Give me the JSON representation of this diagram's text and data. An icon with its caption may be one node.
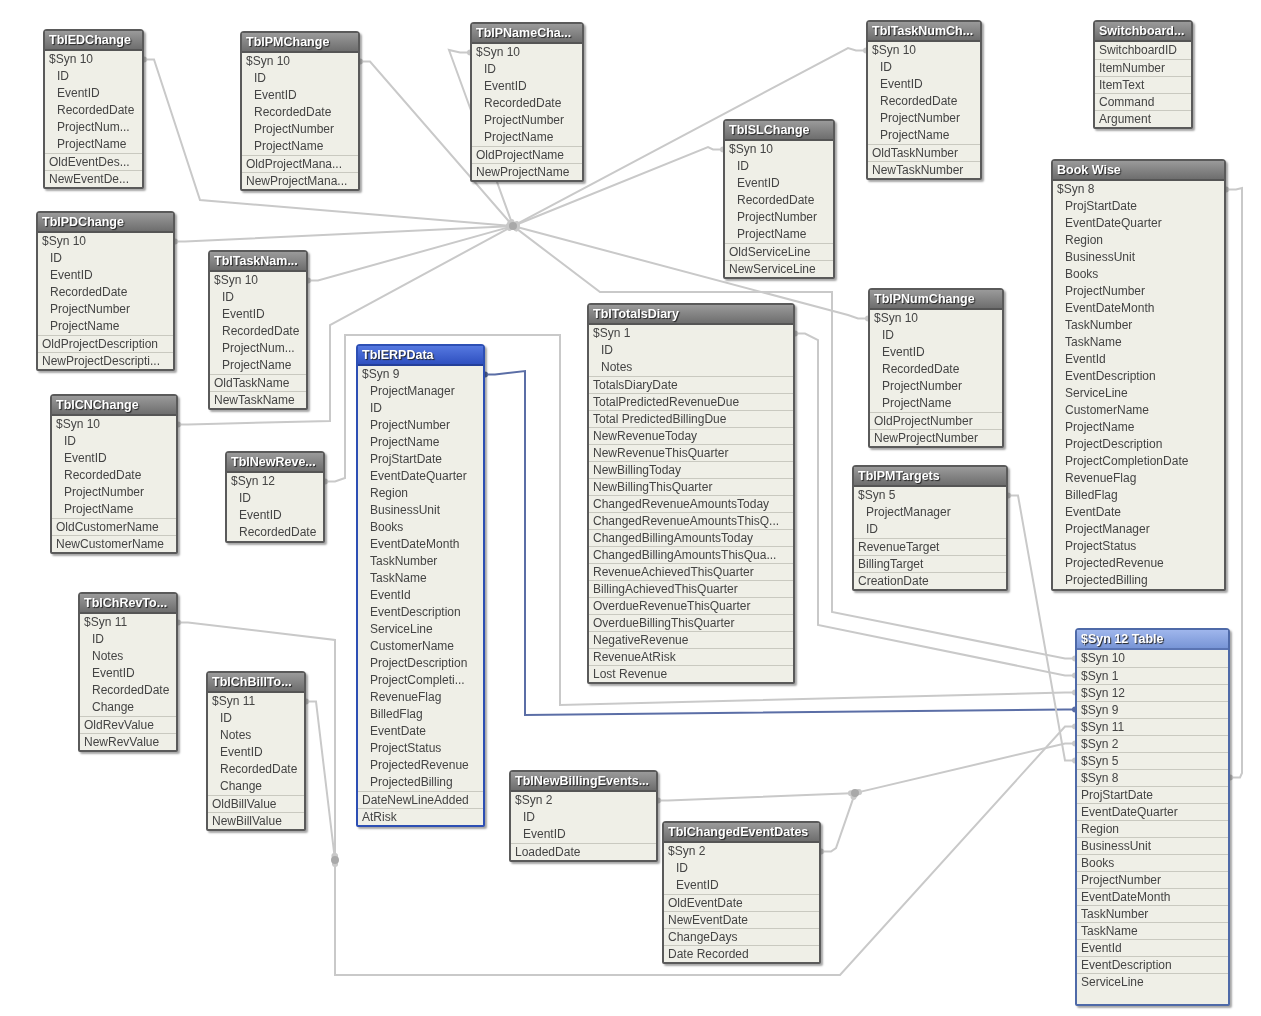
{
  "diagram": {
    "nodes": [
      {
        "text": [
          "TblEDChange",
          "$Syn 10",
          "ID",
          "EventID",
          "RecordedDate",
          "ProjectNum...",
          "ProjectName",
          "OldEventDes...",
          "NewEventDe..."
        ]
      },
      {
        "text": [
          "TblPMChange",
          "$Syn 10",
          "ID",
          "EventID",
          "RecordedDate",
          "ProjectNumber",
          "ProjectName",
          "OldProjectMana...",
          "NewProjectMana..."
        ]
      },
      {
        "text": [
          "TblPNameCha...",
          "$Syn 10",
          "ID",
          "EventID",
          "RecordedDate",
          "ProjectNumber",
          "ProjectName",
          "OldProjectName",
          "NewProjectName"
        ]
      },
      {
        "text": [
          "TblTaskNumCh...",
          "$Syn 10",
          "ID",
          "EventID",
          "RecordedDate",
          "ProjectNumber",
          "ProjectName",
          "OldTaskNumber",
          "NewTaskNumber"
        ]
      },
      {
        "text": [
          "Switchboard...",
          "SwitchboardID",
          "ItemNumber",
          "ItemText",
          "Command",
          "Argument"
        ]
      },
      {
        "text": [
          "TblSLChange",
          "$Syn 10",
          "ID",
          "EventID",
          "RecordedDate",
          "ProjectNumber",
          "ProjectName",
          "OldServiceLine",
          "NewServiceLine"
        ]
      },
      {
        "text": [
          "Book Wise",
          "$Syn 8",
          "ProjStartDate",
          "EventDateQuarter",
          "Region",
          "BusinessUnit",
          "Books",
          "ProjectNumber",
          "EventDateMonth",
          "TaskNumber",
          "TaskName",
          "EventId",
          "EventDescription",
          "ServiceLine",
          "CustomerName",
          "ProjectName",
          "ProjectDescription",
          "ProjectCompletionDate",
          "RevenueFlag",
          "BilledFlag",
          "EventDate",
          "ProjectManager",
          "ProjectStatus",
          "ProjectedRevenue",
          "ProjectedBilling"
        ]
      },
      {
        "text": [
          "TblPDChange",
          "$Syn 10",
          "ID",
          "EventID",
          "RecordedDate",
          "ProjectNumber",
          "ProjectName",
          "OldProjectDescription",
          "NewProjectDescripti..."
        ]
      },
      {
        "text": [
          "TblTaskNam...",
          "$Syn 10",
          "ID",
          "EventID",
          "RecordedDate",
          "ProjectNum...",
          "ProjectName",
          "OldTaskName",
          "NewTaskName"
        ]
      },
      {
        "text": [
          "TblCNChange",
          "$Syn 10",
          "ID",
          "EventID",
          "RecordedDate",
          "ProjectNumber",
          "ProjectName",
          "OldCustomerName",
          "NewCustomerName"
        ]
      },
      {
        "text": [
          "TblERPData",
          "$Syn 9",
          "ProjectManager",
          "ID",
          "ProjectNumber",
          "ProjectName",
          "ProjStartDate",
          "EventDateQuarter",
          "Region",
          "BusinessUnit",
          "Books",
          "EventDateMonth",
          "TaskNumber",
          "TaskName",
          "EventId",
          "EventDescription",
          "ServiceLine",
          "CustomerName",
          "ProjectDescription",
          "ProjectCompleti...",
          "RevenueFlag",
          "BilledFlag",
          "EventDate",
          "ProjectStatus",
          "ProjectedRevenue",
          "ProjectedBilling",
          "DateNewLineAdded",
          "AtRisk"
        ]
      },
      {
        "text": [
          "TblTotalsDiary",
          "$Syn 1",
          "ID",
          "Notes",
          "TotalsDiaryDate",
          "TotalPredictedRevenueDue",
          "Total PredictedBillingDue",
          "NewRevenueToday",
          "NewRevenueThisQuarter",
          "NewBillingToday",
          "NewBillingThisQuarter",
          "ChangedRevenueAmountsToday",
          "ChangedRevenueAmountsThisQ...",
          "ChangedBillingAmountsToday",
          "ChangedBillingAmountsThisQua...",
          "RevenueAchievedThisQuarter",
          "BillingAchievedThisQuarter",
          "OverdueRevenueThisQuarter",
          "OverdueBillingThisQuarter",
          "NegativeRevenue",
          "RevenueAtRisk",
          "Lost Revenue"
        ]
      },
      {
        "text": [
          "TblPNumChange",
          "$Syn 10",
          "ID",
          "EventID",
          "RecordedDate",
          "ProjectNumber",
          "ProjectName",
          "OldProjectNumber",
          "NewProjectNumber"
        ]
      },
      {
        "text": [
          "TblNewReve...",
          "$Syn 12",
          "ID",
          "EventID",
          "RecordedDate"
        ]
      },
      {
        "text": [
          "TblPMTargets",
          "$Syn 5",
          "ProjectManager",
          "ID",
          "RevenueTarget",
          "BillingTarget",
          "CreationDate"
        ]
      },
      {
        "text": [
          "TblChRevTo...",
          "$Syn 11",
          "ID",
          "Notes",
          "EventID",
          "RecordedDate",
          "Change",
          "OldRevValue",
          "NewRevValue"
        ]
      },
      {
        "text": [
          "TblChBillTo...",
          "$Syn 11",
          "ID",
          "Notes",
          "EventID",
          "RecordedDate",
          "Change",
          "OldBillValue",
          "NewBillValue"
        ]
      },
      {
        "text": [
          "TblNewBillingEvents...",
          "$Syn 2",
          "ID",
          "EventID",
          "LoadedDate"
        ]
      },
      {
        "text": [
          "TblChangedEventDates",
          "$Syn 2",
          "ID",
          "EventID",
          "OldEventDate",
          "NewEventDate",
          "ChangeDays",
          "Date Recorded"
        ]
      },
      {
        "text": [
          "$Syn 12 Table",
          "$Syn 10",
          "$Syn 1",
          "$Syn 12",
          "$Syn 9",
          "$Syn 11",
          "$Syn 2",
          "$Syn 5",
          "$Syn 8",
          "ProjStartDate",
          "EventDateQuarter",
          "Region",
          "BusinessUnit",
          "Books",
          "ProjectNumber",
          "EventDateMonth",
          "TaskNumber",
          "TaskName",
          "EventId",
          "EventDescription",
          "ServiceLine"
        ]
      },
      {
        "text": [],
        "shape": "circle"
      },
      {
        "text": [],
        "shape": "circle"
      },
      {
        "text": [],
        "shape": "circle"
      }
    ],
    "edges": [
      {
        "from": 0,
        "to": 20,
        "arrow": "other"
      },
      {
        "from": 1,
        "to": 20,
        "arrow": "other"
      },
      {
        "from": 2,
        "to": 20,
        "arrow": "other"
      },
      {
        "from": 3,
        "to": 20,
        "arrow": "other"
      },
      {
        "from": 5,
        "to": 20,
        "arrow": "other"
      },
      {
        "from": 7,
        "to": 20,
        "arrow": "other"
      },
      {
        "from": 8,
        "to": 20,
        "arrow": "other"
      },
      {
        "from": 9,
        "to": 20,
        "arrow": "other"
      },
      {
        "from": 12,
        "to": 20,
        "arrow": "other"
      },
      {
        "from": 20,
        "to": 19,
        "arrow": "other"
      },
      {
        "from": 11,
        "to": 19,
        "arrow": "other"
      },
      {
        "from": 13,
        "to": 19,
        "arrow": "other"
      },
      {
        "from": 10,
        "to": 19,
        "arrow": "other",
        "color": "#5b6ea6"
      },
      {
        "from": 15,
        "to": 21,
        "arrow": "other"
      },
      {
        "from": 16,
        "to": 21,
        "arrow": "other"
      },
      {
        "from": 21,
        "to": 19,
        "arrow": "other"
      },
      {
        "from": 17,
        "to": 22,
        "arrow": "other"
      },
      {
        "from": 18,
        "to": 22,
        "arrow": "other"
      },
      {
        "from": 22,
        "to": 19,
        "arrow": "other"
      },
      {
        "from": 14,
        "to": 19,
        "arrow": "other"
      },
      {
        "from": 6,
        "to": 19,
        "arrow": "other"
      }
    ]
  }
}
